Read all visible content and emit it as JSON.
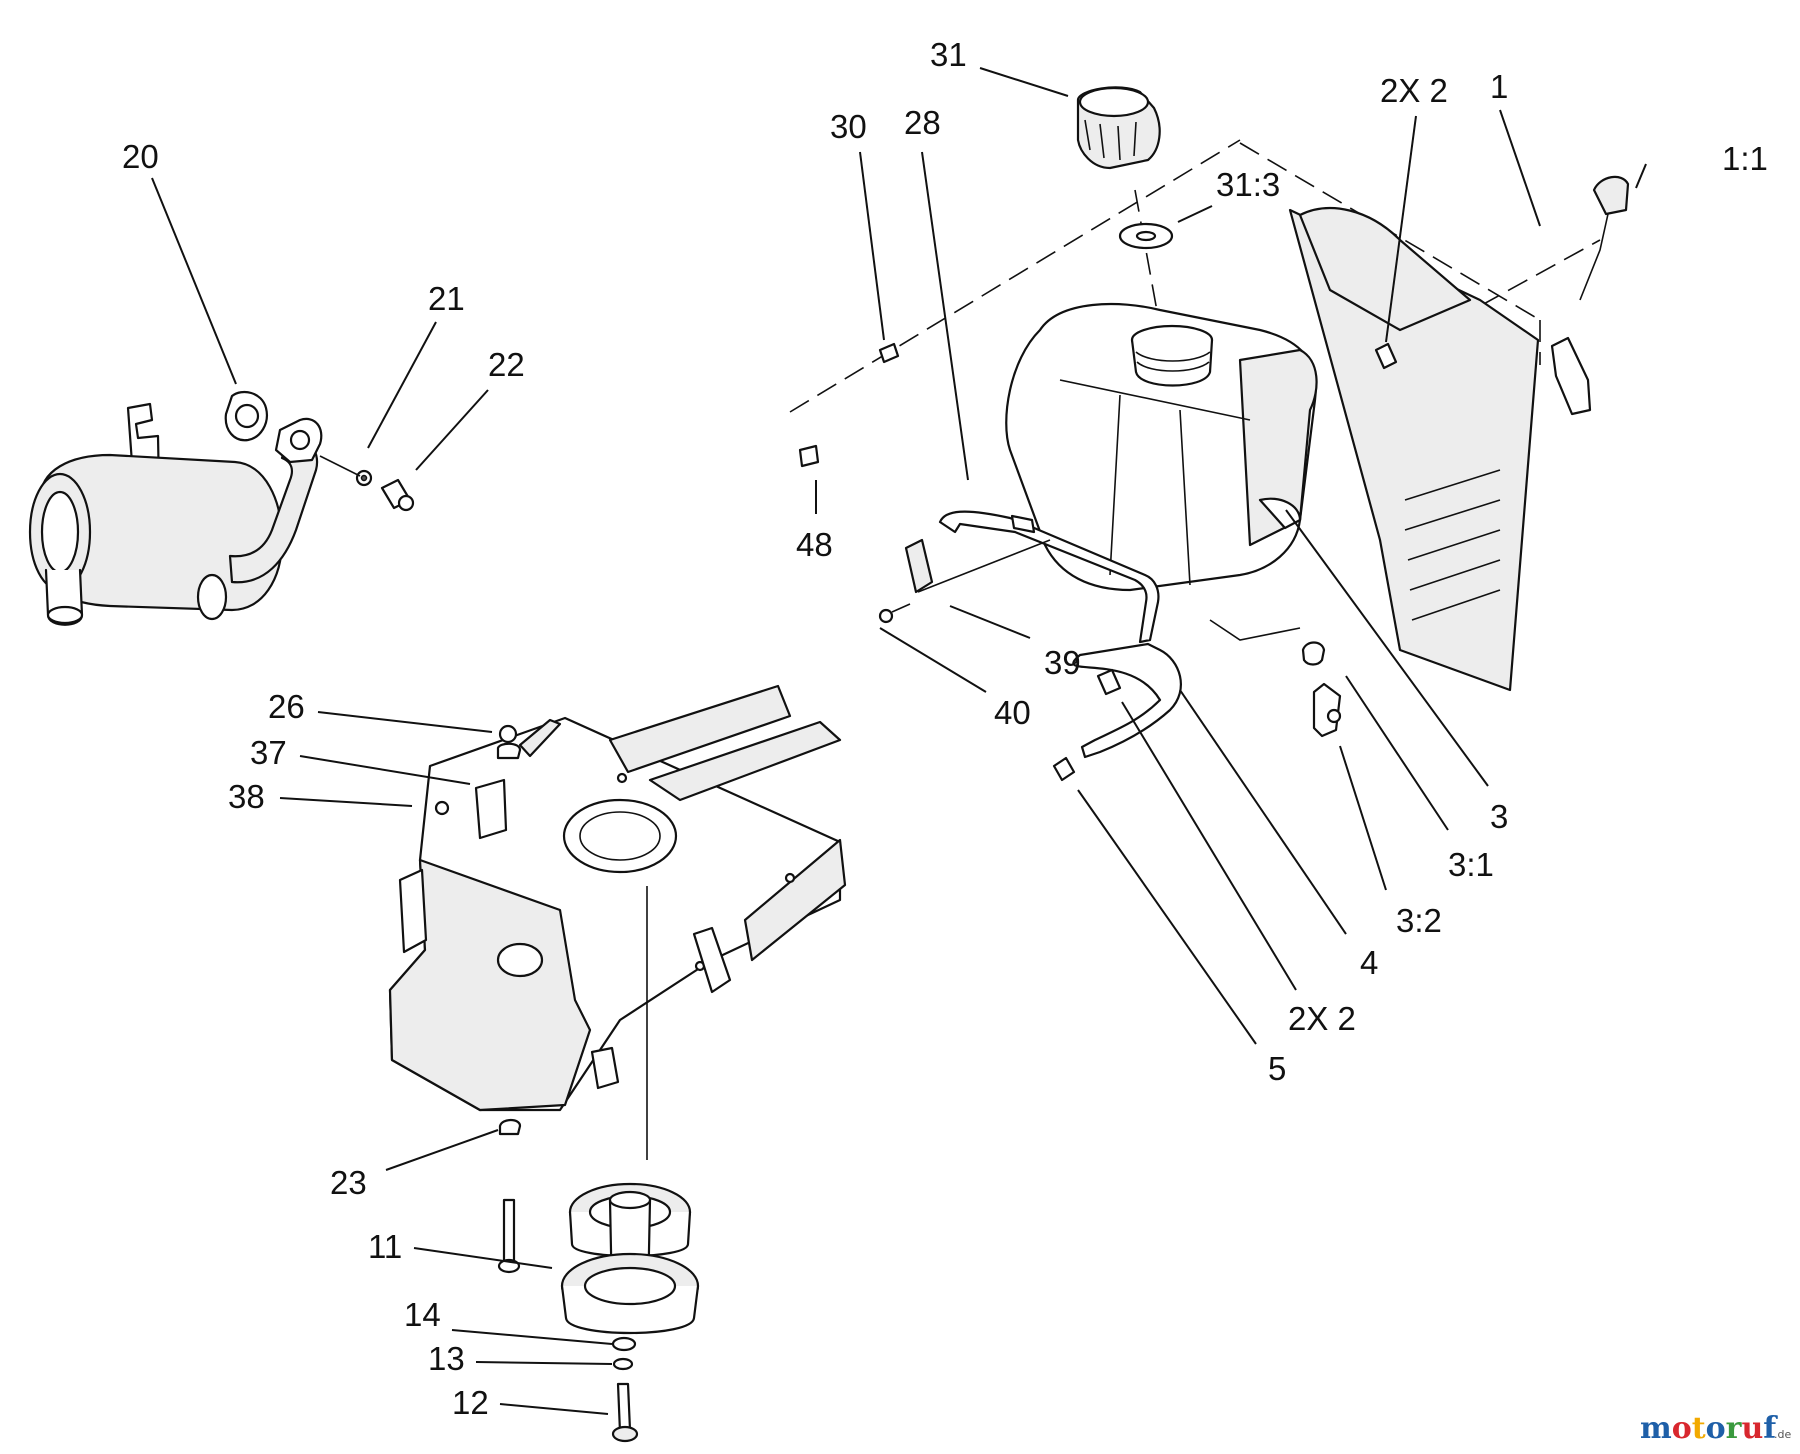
{
  "callouts": {
    "c20": "20",
    "c21": "21",
    "c22": "22",
    "c30": "30",
    "c28": "28",
    "c31": "31",
    "c31_3": "31:3",
    "c2x2_top": "2X 2",
    "c1": "1",
    "c1_1": "1:1",
    "c48": "48",
    "c39": "39",
    "c40": "40",
    "c3": "3",
    "c3_1": "3:1",
    "c3_2": "3:2",
    "c4": "4",
    "c2x2_bottom": "2X 2",
    "c5": "5",
    "c26": "26",
    "c37": "37",
    "c38": "38",
    "c23": "23",
    "c11": "11",
    "c14": "14",
    "c13": "13",
    "c12": "12"
  },
  "watermark": {
    "letters": [
      "m",
      "o",
      "t",
      "o",
      "r",
      "u",
      "f"
    ],
    "letter_colors": [
      "#1e5fa8",
      "#d8272e",
      "#f2a900",
      "#1e5fa8",
      "#3a9a3e",
      "#d8272e",
      "#1e5fa8"
    ],
    "suffix": ".de"
  }
}
